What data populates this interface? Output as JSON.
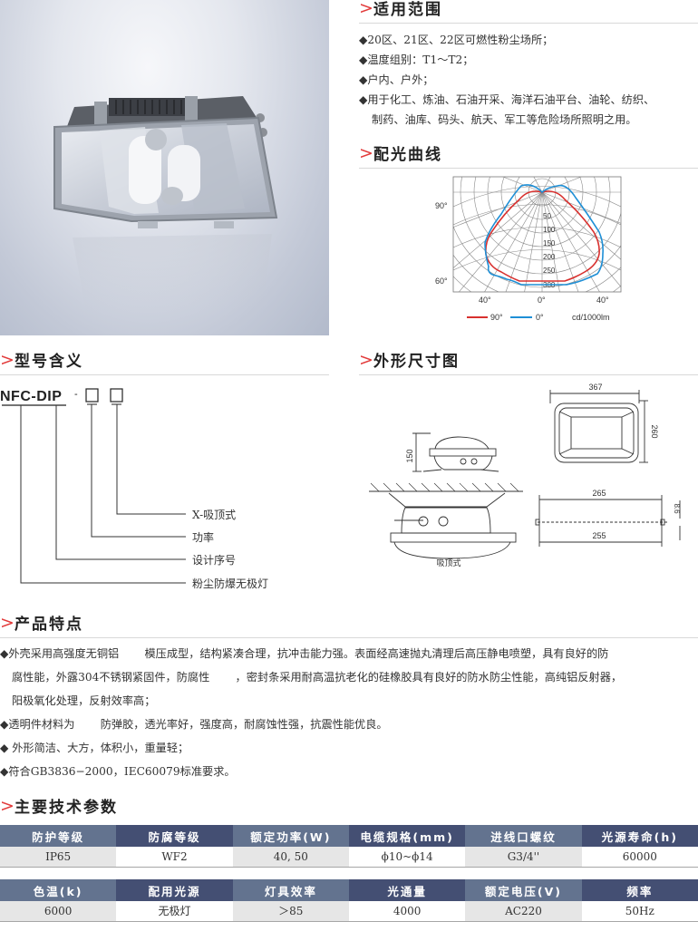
{
  "photo": {
    "subject": "dust-explosion-proof-induction-lamp",
    "background": "#c3c9d7"
  },
  "sections": {
    "application": {
      "chevron": ">",
      "title": "适用范围"
    },
    "light_curve": {
      "chevron": ">",
      "title": "配光曲线"
    },
    "model_meaning": {
      "chevron": ">",
      "title": "型号含义"
    },
    "dimensions": {
      "chevron": ">",
      "title": "外形尺寸图"
    },
    "features": {
      "chevron": ">",
      "title": "产品特点"
    },
    "specs": {
      "chevron": ">",
      "title": "主要技术参数"
    }
  },
  "application": {
    "bullet": "◆",
    "items": [
      "20区、21区、22区可燃性粉尘场所；",
      "温度组别：T1～T2；",
      "户内、户外；",
      "用于化工、炼油、石油开采、海洋石油平台、油轮、纺织、"
    ],
    "continuation": "制药、油库、码头、航天、军工等危险场所照明之用。"
  },
  "chart_data": {
    "type": "polar",
    "title": "配光曲线",
    "unit": "cd/1000lm",
    "radial_ticks": [
      50,
      100,
      150,
      200,
      250,
      300
    ],
    "angle_labels_left": [
      "90°",
      "60°"
    ],
    "angle_labels_bottom": [
      "40°",
      "0°",
      "40°"
    ],
    "legend": [
      {
        "name": "90°",
        "color": "#d8302e"
      },
      {
        "name": "0°",
        "color": "#1e8fd6"
      }
    ],
    "series": [
      {
        "name": "90°",
        "color": "#d8302e",
        "angles_deg": [
          0,
          10,
          20,
          30,
          40,
          50,
          60,
          70,
          80,
          90
        ],
        "values": [
          245,
          245,
          245,
          240,
          220,
          195,
          170,
          130,
          70,
          15
        ]
      },
      {
        "name": "0°",
        "color": "#1e8fd6",
        "angles_deg": [
          0,
          10,
          20,
          30,
          40,
          50,
          60,
          70,
          80,
          90
        ],
        "values": [
          250,
          252,
          255,
          250,
          235,
          200,
          175,
          140,
          80,
          25
        ]
      }
    ]
  },
  "model": {
    "code": "NFC-DIP",
    "dash": "-",
    "labels": [
      "X-吸顶式",
      "功率",
      "设计序号",
      "粉尘防爆无极灯"
    ]
  },
  "dimensions": {
    "height": "150",
    "width": "367",
    "depth": "260",
    "hole_spacing_top": "265",
    "hole_spacing_bottom": "255",
    "hole_dia": "8.6",
    "mount_label": "吸顶式"
  },
  "features": {
    "bullet": "◆",
    "lines": [
      {
        "bullet": true,
        "text": "外壳采用高强度无铜铝　　 模压成型，结构紧凑合理，抗冲击能力强。表面经高速抛丸清理后高压静电喷塑，具有良好的防"
      },
      {
        "bullet": false,
        "text": "腐性能，外露304不锈钢紧固件，防腐性　　 ，密封条采用耐高温抗老化的硅橡胶具有良好的防水防尘性能，高纯铝反射器，"
      },
      {
        "bullet": false,
        "text": "阳极氧化处理，反射效率高；"
      },
      {
        "bullet": true,
        "text": "透明件材料为　　 防弹胶，透光率好，强度高，耐腐蚀性强，抗震性能优良。"
      },
      {
        "bullet": true,
        "text": " 外形简洁、大方，体积小，重量轻；"
      },
      {
        "bullet": true,
        "text": "符合GB3836−2000，IEC60079标准要求。"
      }
    ]
  },
  "specs": {
    "table1": {
      "headers": [
        "防护等级",
        "防腐等级",
        "额定功率(W)",
        "电缆规格(mm)",
        "进线口螺纹",
        "光源寿命(h)"
      ],
      "values": [
        "IP65",
        "WF2",
        "40, 50",
        "ϕ10~ϕ14",
        "G3/4''",
        "60000"
      ]
    },
    "table2": {
      "headers": [
        "色温(k)",
        "配用光源",
        "灯具效率",
        "光通量",
        "额定电压(V)",
        "频率"
      ],
      "values": [
        "6000",
        "无极灯",
        "＞85",
        "4000",
        "AC220",
        "50Hz"
      ]
    },
    "colors": {
      "header_light": "#63738f",
      "header_dark": "#444f73",
      "cell_gray": "#e6e6e6"
    }
  }
}
